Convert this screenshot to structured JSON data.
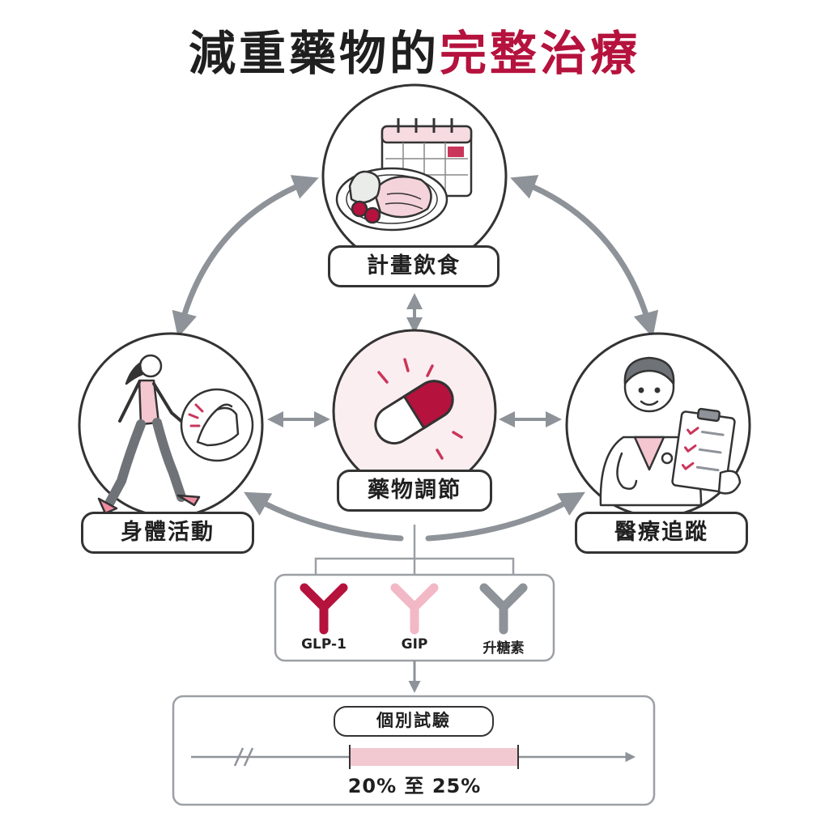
{
  "title": {
    "part1": "減重藥物的",
    "part2": "完整治療"
  },
  "colors": {
    "accent": "#b5123d",
    "light_accent": "#f2c8d1",
    "gray": "#8e9399",
    "outline": "#333333"
  },
  "nodes": {
    "diet": {
      "label": "計畫飲食",
      "icon": "meal-calendar-icon"
    },
    "exercise": {
      "label": "身體活動",
      "icon": "walking-woman-icon"
    },
    "medication": {
      "label": "藥物調節",
      "icon": "capsule-icon"
    },
    "medical": {
      "label": "醫療追蹤",
      "icon": "doctor-clipboard-icon"
    }
  },
  "receptors": [
    {
      "label": "GLP-1",
      "color": "#b5123d"
    },
    {
      "label": "GIP",
      "color": "#f2b8c6"
    },
    {
      "label": "升糖素",
      "color": "#8e9399"
    }
  ],
  "result": {
    "label": "個別試驗",
    "range": "20% 至 25%"
  }
}
